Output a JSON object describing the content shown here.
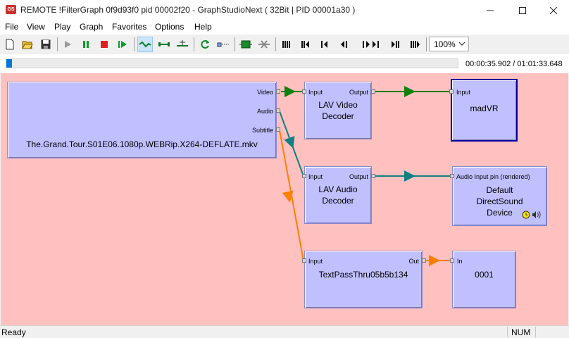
{
  "window": {
    "title": "REMOTE !FilterGraph 0f9d93f0 pid 00002f20 - GraphStudioNext ( 32Bit | PID 00001a30 )",
    "icon": "graphstudio-app-icon",
    "icon_text": "GS"
  },
  "menu": [
    "File",
    "View",
    "Play",
    "Graph",
    "Favorites",
    "Options",
    "Help"
  ],
  "toolbar": {
    "buttons": [
      "new-icon",
      "open-icon",
      "save-icon",
      "play-icon",
      "pause-icon",
      "stop-icon",
      "frame-step-icon",
      "connect-icon",
      "link-icon",
      "pin-icon",
      "refresh-icon",
      "seek-icon",
      "filter-icon",
      "disconnect-icon",
      "skip-start-icon",
      "prev-chapter-icon",
      "prev-icon",
      "step-back-icon",
      "step-forward-icon",
      "next-icon",
      "next-chapter-icon",
      "skip-end-icon"
    ],
    "zoom": "100%"
  },
  "seek": {
    "time": "00:00:35.902 / 01:01:33.648",
    "position_fraction": 0.0097
  },
  "graph": {
    "source": {
      "name": "The.Grand.Tour.S01E06.1080p.WEBRip.X264-DEFLATE.mkv",
      "pins": [
        "Video",
        "Audio",
        "Subtitle"
      ]
    },
    "video_decoder": {
      "name_line1": "LAV Video",
      "name_line2": "Decoder",
      "in": "Input",
      "out": "Output"
    },
    "audio_decoder": {
      "name_line1": "LAV Audio",
      "name_line2": "Decoder",
      "in": "Input",
      "out": "Output"
    },
    "text_filter": {
      "name": "TextPassThru05b5b134",
      "in": "Input",
      "out": "Out"
    },
    "madvr": {
      "name": "madVR",
      "in": "Input"
    },
    "dsound": {
      "name_line1": "Default",
      "name_line2": "DirectSound",
      "name_line3": "Device",
      "in": "Audio Input pin (rendered)"
    },
    "subtitle_sink": {
      "name": "0001",
      "in": "In"
    }
  },
  "colors": {
    "canvas": "#ffc0c0",
    "filter": "#c0c0ff",
    "video_edge": "#108010",
    "audio_edge": "#108080",
    "subtitle_edge": "#ff8000",
    "accent": "#0078d7"
  },
  "status": {
    "text": "Ready",
    "num": "NUM"
  }
}
